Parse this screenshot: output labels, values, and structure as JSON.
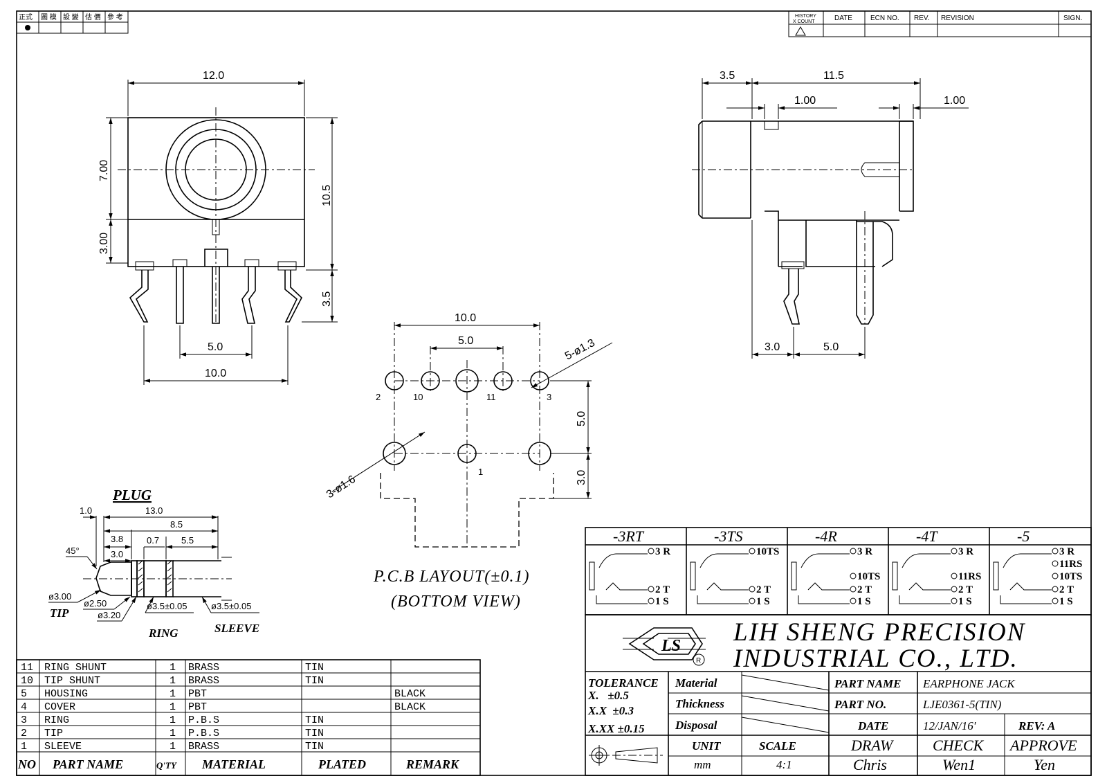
{
  "corner_headers": [
    "正式",
    "圖 模",
    "設 變",
    "估 價",
    "參 考"
  ],
  "history": {
    "history_label": "HISTORY",
    "count_label": "X COUNT",
    "date": "DATE",
    "ecn": "ECN NO.",
    "rev": "REV.",
    "revision": "REVISION",
    "sign": "SIGN."
  },
  "front_view": {
    "width": "12.0",
    "dim_700": "7.00",
    "dim_300": "3.00",
    "dim_105": "10.5",
    "dim_35": "3.5",
    "dim_50": "5.0",
    "dim_100": "10.0"
  },
  "side_view": {
    "dim_35": "3.5",
    "dim_115": "11.5",
    "dim_100a": "1.00",
    "dim_100b": "1.00",
    "dim_30": "3.0",
    "dim_50": "5.0"
  },
  "pcb": {
    "dim_100": "10.0",
    "dim_50h": "5.0",
    "pins_large": "5-ø1.3",
    "dim_50v": "5.0",
    "dim_30v": "3.0",
    "pins_small": "3-ø1.6",
    "labels": [
      "2",
      "10",
      "11",
      "3",
      "1"
    ],
    "title1": "P.C.B LAYOUT(±0.1)",
    "title2": "(BOTTOM VIEW)"
  },
  "plug": {
    "title": "PLUG",
    "d10": "1.0",
    "d130": "13.0",
    "d38": "3.8",
    "d85": "8.5",
    "d30": "3.0",
    "d07": "0.7",
    "d55": "5.5",
    "angle": "45°",
    "dia300": "ø3.00",
    "dia250": "ø2.50",
    "dia320": "ø3.20",
    "dia35a": "ø3.5±0.05",
    "dia35b": "ø3.5±0.05",
    "tip": "TIP",
    "ring": "RING",
    "sleeve": "SLEEVE"
  },
  "bom": {
    "rows": [
      [
        "11",
        "RING SHUNT",
        "1",
        "BRASS",
        "TIN",
        ""
      ],
      [
        "10",
        "TIP SHUNT",
        "1",
        "BRASS",
        "TIN",
        ""
      ],
      [
        "5",
        "HOUSING",
        "1",
        "PBT",
        "",
        "BLACK"
      ],
      [
        "4",
        "COVER",
        "1",
        "PBT",
        "",
        "BLACK"
      ],
      [
        "3",
        "RING",
        "1",
        "P.B.S",
        "TIN",
        ""
      ],
      [
        "2",
        "TIP",
        "1",
        "P.B.S",
        "TIN",
        ""
      ],
      [
        "1",
        "SLEEVE",
        "1",
        "BRASS",
        "TIN",
        ""
      ]
    ],
    "headers": [
      "NO",
      "PART NAME",
      "Q'TY",
      "MATERIAL",
      "PLATED",
      "REMARK"
    ]
  },
  "variants": [
    {
      "name": "-3RT",
      "pins": [
        "3 R",
        "2 T",
        "1 S"
      ]
    },
    {
      "name": "-3TS",
      "pins": [
        "10TS",
        "2 T",
        "1 S"
      ]
    },
    {
      "name": "-4R",
      "pins": [
        "3 R",
        "10TS",
        "2 T",
        "1 S"
      ]
    },
    {
      "name": "-4T",
      "pins": [
        "3 R",
        "11RS",
        "2 T",
        "1 S"
      ]
    },
    {
      "name": "-5",
      "pins": [
        "3 R",
        "11RS",
        "10TS",
        "2 T",
        "1 S"
      ]
    }
  ],
  "company": {
    "line1": "LIH SHENG PRECISION",
    "line2": "INDUSTRIAL CO., LTD.",
    "logo": "LS",
    "reg": "R"
  },
  "title_block": {
    "tolerance": "TOLERANCE",
    "tol_x": "X.   ±0.5",
    "tol_xx": "X.X  ±0.3",
    "tol_xxx": "X.XX ±0.15",
    "material": "Material",
    "thickness": "Thickness",
    "disposal": "Disposal",
    "part_name_label": "PART NAME",
    "part_name": "EARPHONE JACK",
    "part_no_label": "PART NO.",
    "part_no": "LJE0361-5(TIN)",
    "date_label": "DATE",
    "date": "12/JAN/16'",
    "rev": "REV: A",
    "unit_label": "UNIT",
    "unit": "mm",
    "scale_label": "SCALE",
    "scale": "4:1",
    "draw_label": "DRAW",
    "draw": "Chris",
    "check_label": "CHECK",
    "check": "Wen1",
    "approve_label": "APPROVE",
    "approve": "Yen"
  }
}
